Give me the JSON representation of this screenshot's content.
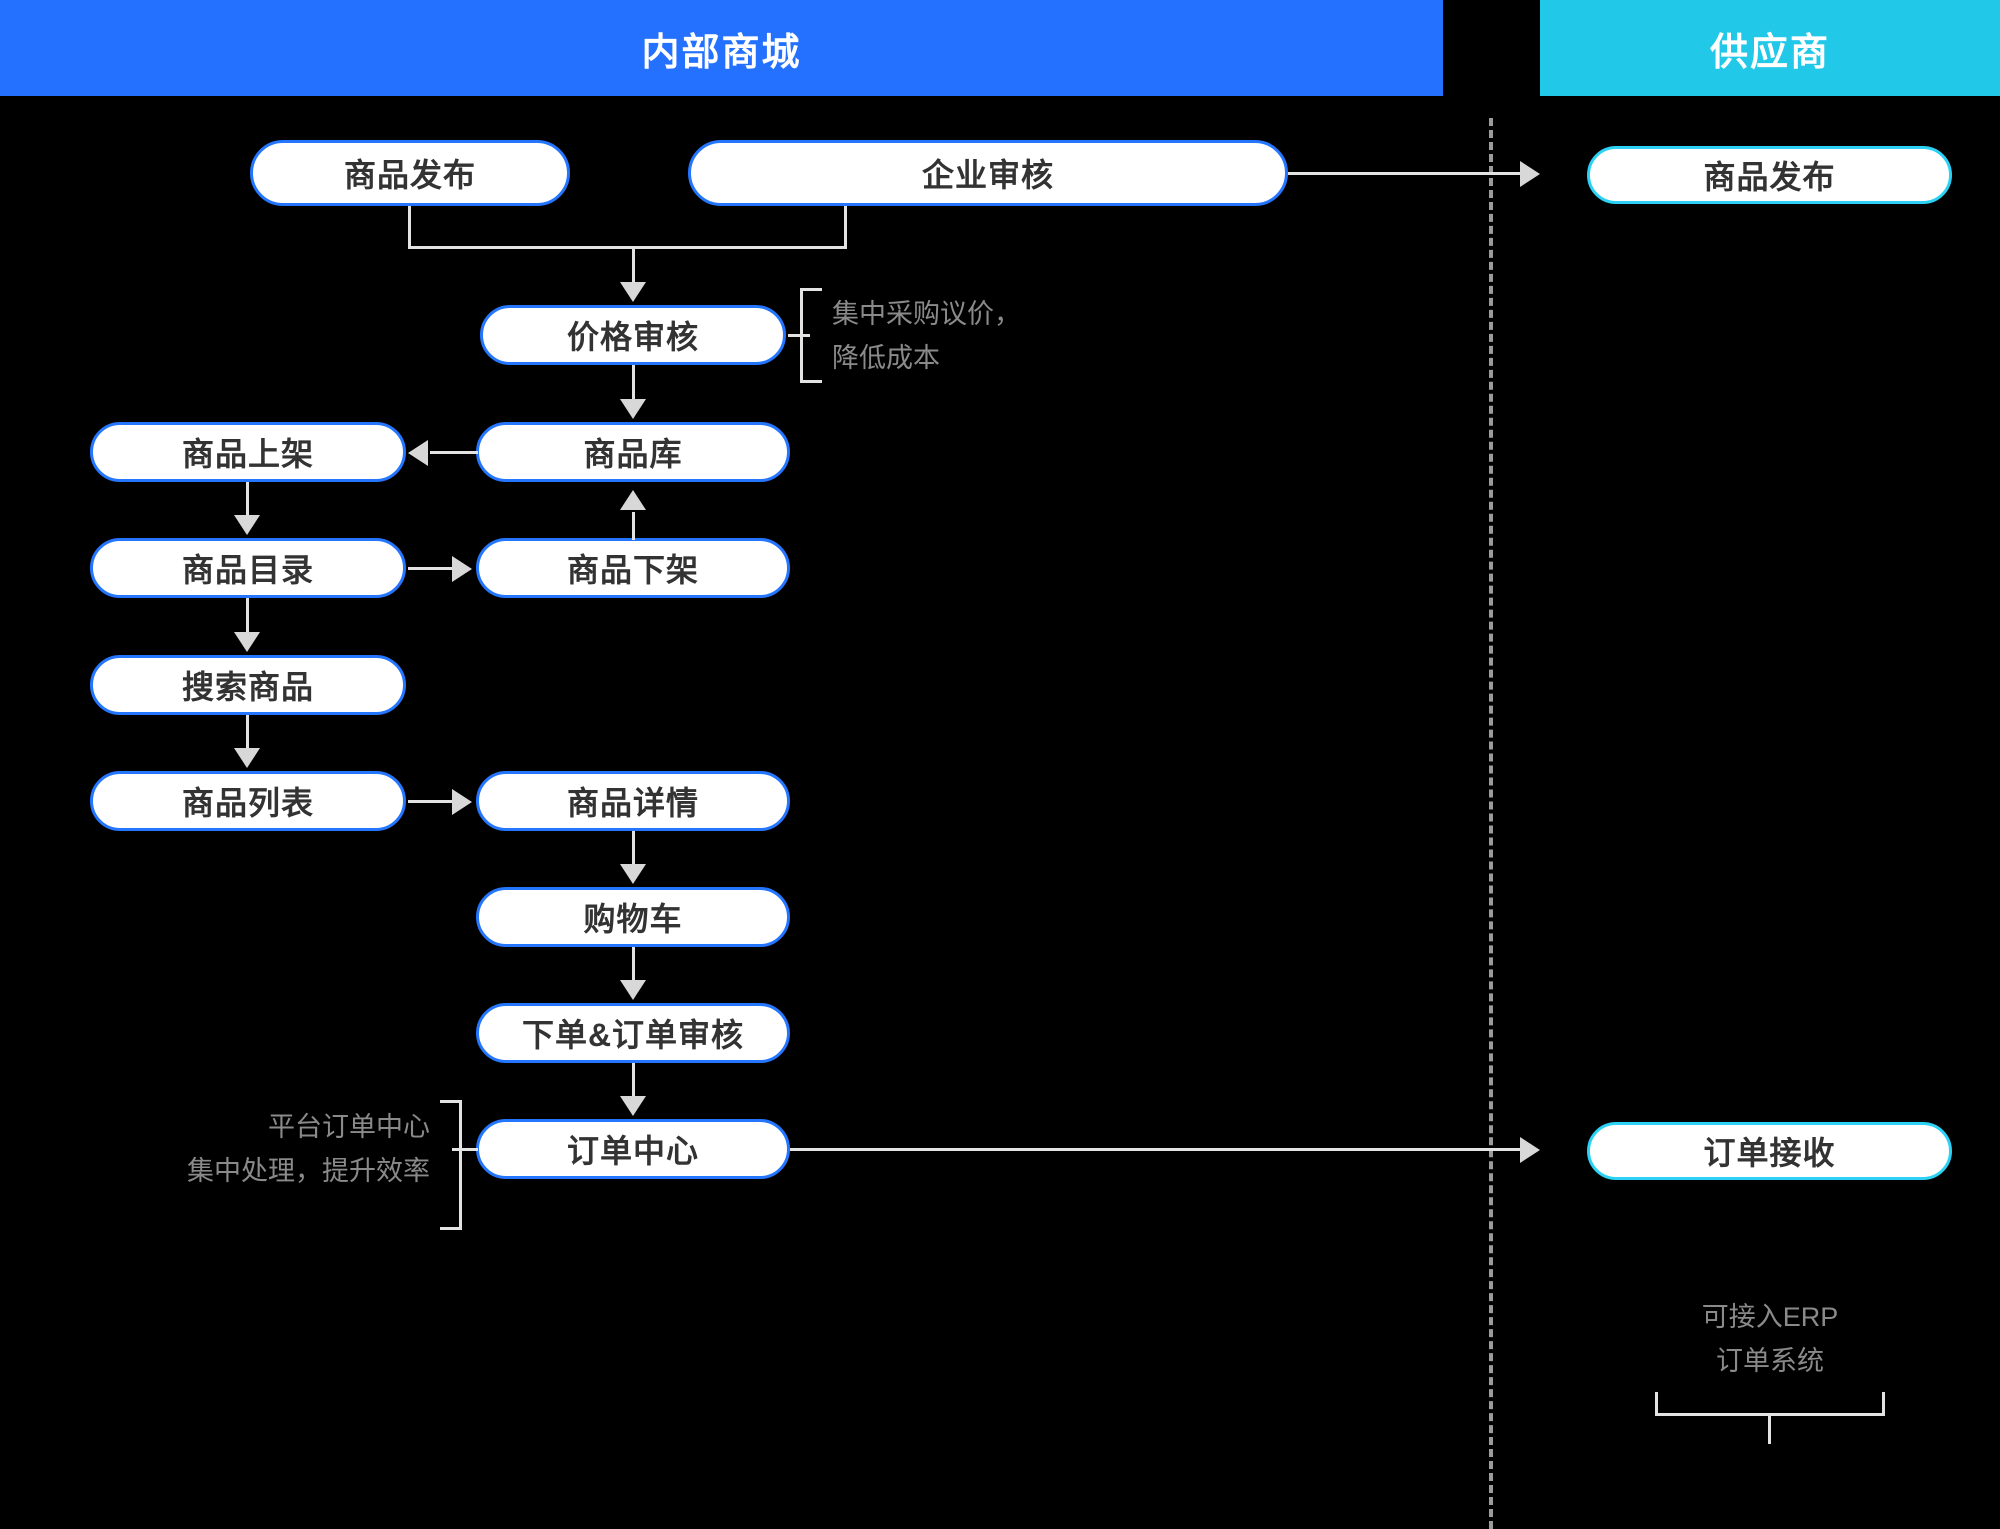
{
  "header": {
    "left_lane": "内部商城",
    "right_lane": "供应商",
    "left_color": "#2470FF",
    "right_color": "#22C8E8"
  },
  "palette": {
    "background": "#000000",
    "node_fill": "#ffffff",
    "node_border_left": "#2476FF",
    "node_border_right": "#2BD2F5",
    "connector": "#e3e3e3",
    "annotation_text": "#8a8a8a",
    "node_text": "#333333"
  },
  "nodes": {
    "product_publish_left": "商品发布",
    "enterprise_review": "企业审核",
    "supplier_publish": "商品发布",
    "price_review": "价格审核",
    "product_listing": "商品上架",
    "product_library": "商品库",
    "product_catalog": "商品目录",
    "product_delist": "商品下架",
    "search_product": "搜索商品",
    "product_list": "商品列表",
    "product_detail": "商品详情",
    "shopping_cart": "购物车",
    "place_order_review": "下单&订单审核",
    "order_center": "订单中心",
    "order_receive": "订单接收"
  },
  "annotations": {
    "price_note": "集中采购议价，\n降低成本",
    "order_center_note": "平台订单中心\n集中处理，提升效率",
    "erp_note": "可接入ERP\n订单系统"
  }
}
